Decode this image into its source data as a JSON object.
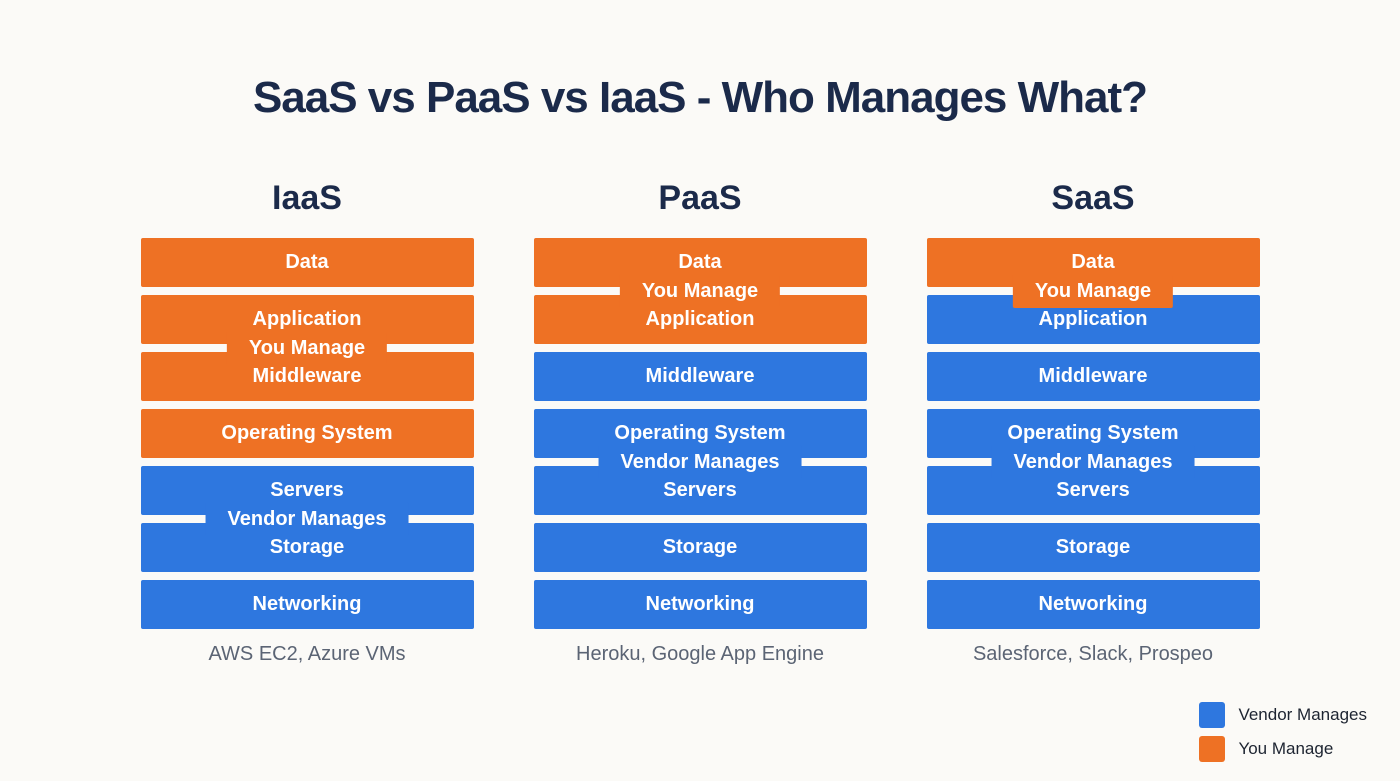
{
  "title": "SaaS vs PaaS vs IaaS - Who Manages What?",
  "colors": {
    "you": "#EE7124",
    "vendor": "#2E77DF",
    "background": "#FBFAF7",
    "title": "#1B2A4A",
    "muted": "#5B6474"
  },
  "columns": [
    {
      "header": "IaaS",
      "rows": [
        {
          "label": "Data",
          "owner": "you"
        },
        {
          "label": "Application",
          "owner": "you"
        },
        {
          "label": "Middleware",
          "owner": "you"
        },
        {
          "label": "Operating System",
          "owner": "you"
        },
        {
          "label": "Servers",
          "owner": "vendor"
        },
        {
          "label": "Storage",
          "owner": "vendor"
        },
        {
          "label": "Networking",
          "owner": "vendor"
        }
      ],
      "bridges": [
        {
          "label": "You Manage",
          "after_row": 2,
          "owner": "you"
        },
        {
          "label": "Vendor Manages",
          "after_row": 5,
          "owner": "vendor"
        }
      ],
      "examples": "AWS EC2, Azure VMs"
    },
    {
      "header": "PaaS",
      "rows": [
        {
          "label": "Data",
          "owner": "you"
        },
        {
          "label": "Application",
          "owner": "you"
        },
        {
          "label": "Middleware",
          "owner": "vendor"
        },
        {
          "label": "Operating System",
          "owner": "vendor"
        },
        {
          "label": "Servers",
          "owner": "vendor"
        },
        {
          "label": "Storage",
          "owner": "vendor"
        },
        {
          "label": "Networking",
          "owner": "vendor"
        }
      ],
      "bridges": [
        {
          "label": "You Manage",
          "after_row": 1,
          "owner": "you"
        },
        {
          "label": "Vendor Manages",
          "after_row": 4,
          "owner": "vendor"
        }
      ],
      "examples": "Heroku, Google App Engine"
    },
    {
      "header": "SaaS",
      "rows": [
        {
          "label": "Data",
          "owner": "you"
        },
        {
          "label": "Application",
          "owner": "vendor"
        },
        {
          "label": "Middleware",
          "owner": "vendor"
        },
        {
          "label": "Operating System",
          "owner": "vendor"
        },
        {
          "label": "Servers",
          "owner": "vendor"
        },
        {
          "label": "Storage",
          "owner": "vendor"
        },
        {
          "label": "Networking",
          "owner": "vendor"
        }
      ],
      "bridges": [
        {
          "label": "You Manage",
          "after_row": 1,
          "owner": "you"
        },
        {
          "label": "Vendor Manages",
          "after_row": 4,
          "owner": "vendor"
        }
      ],
      "examples": "Salesforce, Slack, Prospeo"
    }
  ],
  "legend": [
    {
      "label": "Vendor Manages",
      "owner": "vendor"
    },
    {
      "label": "You Manage",
      "owner": "you"
    }
  ]
}
